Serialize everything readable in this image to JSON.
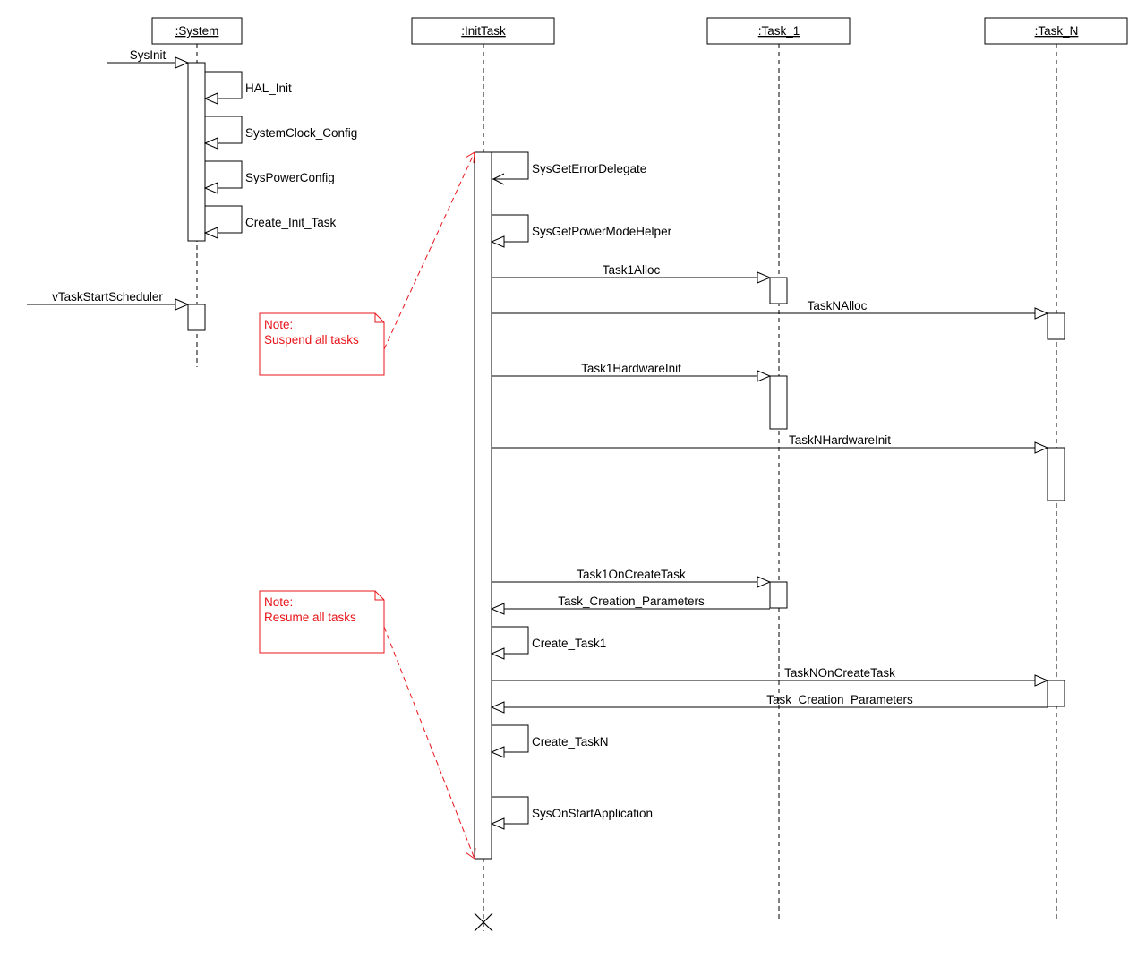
{
  "participants": [
    {
      "id": "system",
      "label": ":System"
    },
    {
      "id": "inittask",
      "label": ":InitTask"
    },
    {
      "id": "task1",
      "label": ":Task_1"
    },
    {
      "id": "taskn",
      "label": ":Task_N"
    }
  ],
  "found_messages": [
    {
      "to": "system",
      "label": "SysInit"
    },
    {
      "to": "system",
      "label": "vTaskStartScheduler"
    }
  ],
  "self_messages": [
    {
      "on": "system",
      "label": "HAL_Init"
    },
    {
      "on": "system",
      "label": "SystemClock_Config"
    },
    {
      "on": "system",
      "label": "SysPowerConfig"
    },
    {
      "on": "system",
      "label": "Create_Init_Task"
    },
    {
      "on": "inittask",
      "label": "SysGetErrorDelegate"
    },
    {
      "on": "inittask",
      "label": "SysGetPowerModeHelper"
    },
    {
      "on": "inittask",
      "label": "Create_Task1"
    },
    {
      "on": "inittask",
      "label": "Create_TaskN"
    },
    {
      "on": "inittask",
      "label": "SysOnStartApplication"
    }
  ],
  "messages": [
    {
      "from": "inittask",
      "to": "task1",
      "label": "Task1Alloc"
    },
    {
      "from": "inittask",
      "to": "taskn",
      "label": "TaskNAlloc"
    },
    {
      "from": "inittask",
      "to": "task1",
      "label": "Task1HardwareInit"
    },
    {
      "from": "inittask",
      "to": "taskn",
      "label": "TaskNHardwareInit"
    },
    {
      "from": "inittask",
      "to": "task1",
      "label": "Task1OnCreateTask"
    },
    {
      "from": "task1",
      "to": "inittask",
      "label": "Task_Creation_Parameters"
    },
    {
      "from": "inittask",
      "to": "taskn",
      "label": "TaskNOnCreateTask"
    },
    {
      "from": "taskn",
      "to": "inittask",
      "label": "Task_Creation_Parameters"
    }
  ],
  "notes": [
    {
      "title": "Note:",
      "text": "Suspend all tasks"
    },
    {
      "title": "Note:",
      "text": "Resume all tasks"
    }
  ],
  "colors": {
    "line": "#000000",
    "note": "#e8141a",
    "background": "#ffffff"
  }
}
